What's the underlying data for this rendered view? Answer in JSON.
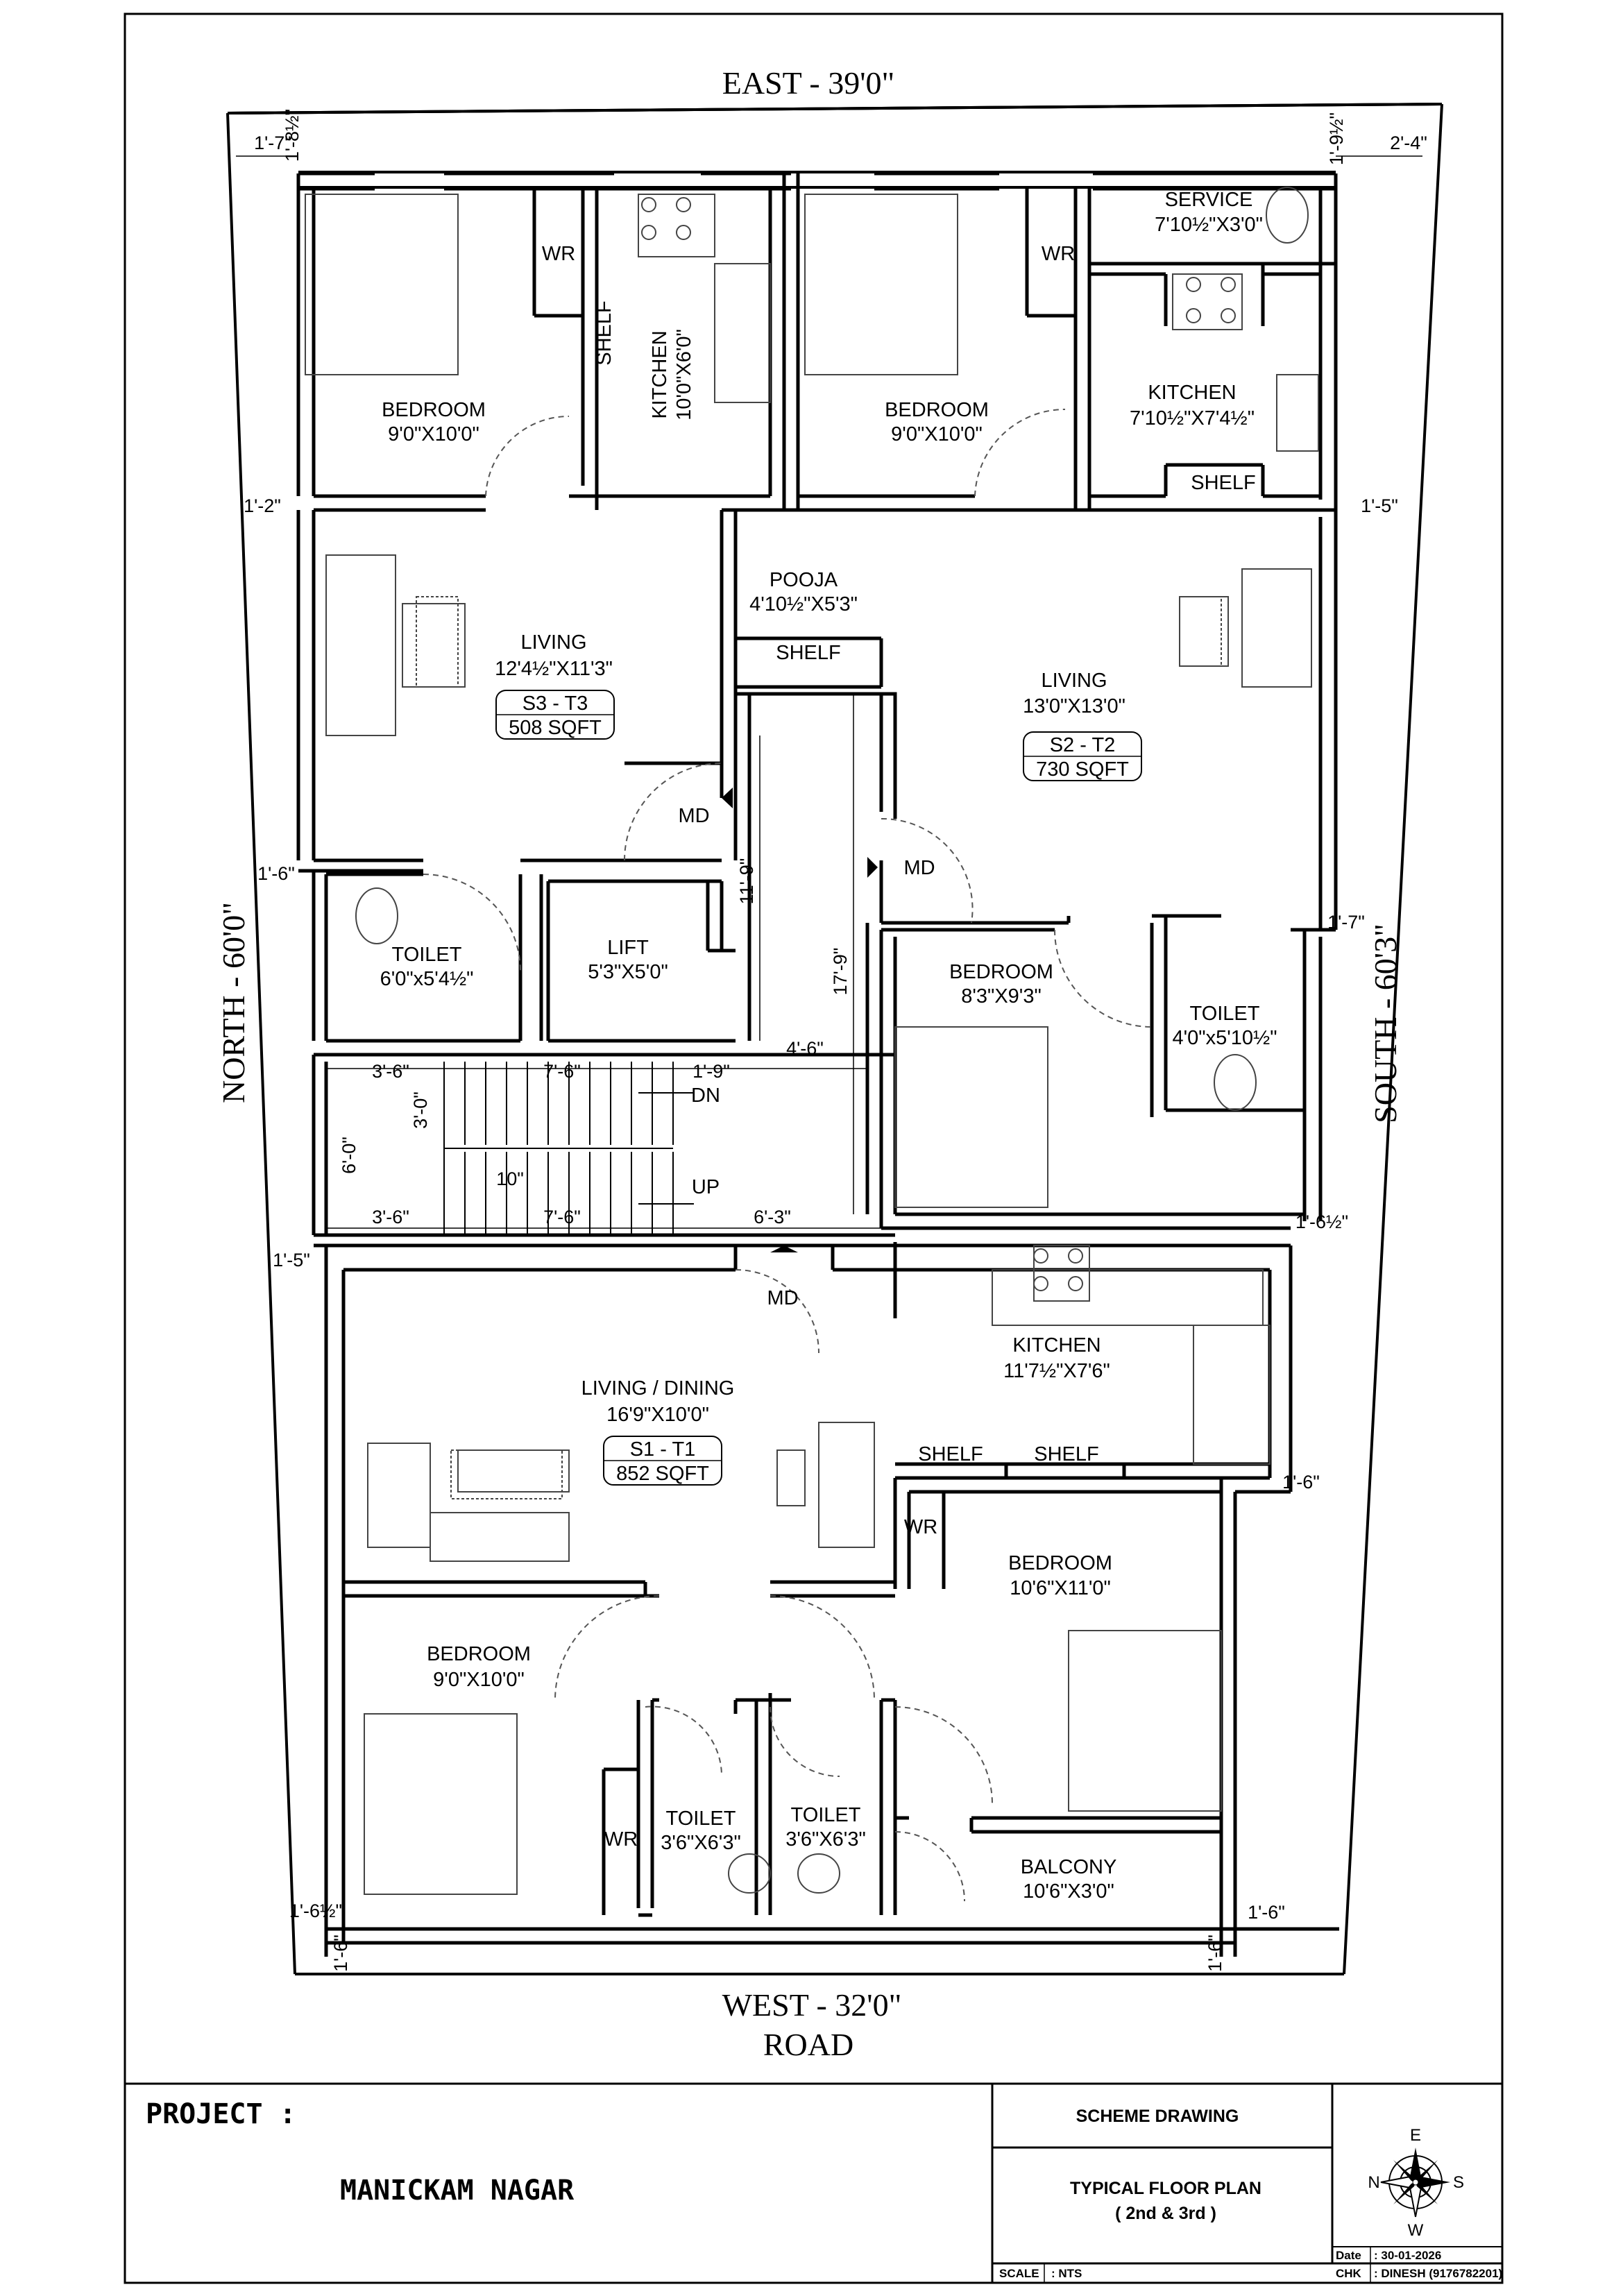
{
  "boundary": {
    "east": "EAST - 39'0\"",
    "west": "WEST - 32'0\"",
    "road": "ROAD",
    "north": "NORTH - 60'0\"",
    "south": "SOUTH - 60'3\""
  },
  "rooms": {
    "s3_bedroom": {
      "name": "BEDROOM",
      "size": "9'0\"X10'0\""
    },
    "s3_wr": {
      "name": "WR"
    },
    "s3_shelf": {
      "name": "SHELF"
    },
    "s3_kitchen": {
      "name": "KITCHEN",
      "size": "10'0\"X6'0\""
    },
    "s3_living": {
      "name": "LIVING",
      "size": "12'4½\"X11'3\""
    },
    "s3_toilet": {
      "name": "TOILET",
      "size": "6'0\"x5'4½\""
    },
    "s2_bedroom_top": {
      "name": "BEDROOM",
      "size": "9'0\"X10'0\""
    },
    "s2_wr": {
      "name": "WR"
    },
    "s2_service": {
      "name": "SERVICE",
      "size": "7'10½\"X3'0\""
    },
    "s2_kitchen": {
      "name": "KITCHEN",
      "size": "7'10½\"X7'4½\""
    },
    "s2_shelf": {
      "name": "SHELF"
    },
    "pooja": {
      "name": "POOJA",
      "size": "4'10½\"X5'3\""
    },
    "pooja_shelf": {
      "name": "SHELF"
    },
    "s2_living": {
      "name": "LIVING",
      "size": "13'0\"X13'0\""
    },
    "lift": {
      "name": "LIFT",
      "size": "5'3\"X5'0\""
    },
    "s2_bedroom_mid": {
      "name": "BEDROOM",
      "size": "8'3\"X9'3\""
    },
    "s2_toilet": {
      "name": "TOILET",
      "size": "4'0\"x5'10½\""
    },
    "s1_living": {
      "name": "LIVING / DINING",
      "size": "16'9\"X10'0\""
    },
    "s1_kitchen": {
      "name": "KITCHEN",
      "size": "11'7½\"X7'6\""
    },
    "s1_shelf1": {
      "name": "SHELF"
    },
    "s1_shelf2": {
      "name": "SHELF"
    },
    "s1_bedroom_right": {
      "name": "BEDROOM",
      "size": "10'6\"X11'0\""
    },
    "s1_wr_right": {
      "name": "WR"
    },
    "s1_bedroom_left": {
      "name": "BEDROOM",
      "size": "9'0\"X10'0\""
    },
    "s1_wr_left": {
      "name": "WR"
    },
    "s1_toilet1": {
      "name": "TOILET",
      "size": "3'6\"X6'3\""
    },
    "s1_toilet2": {
      "name": "TOILET",
      "size": "3'6\"X6'3\""
    },
    "s1_balcony": {
      "name": "BALCONY",
      "size": "10'6\"X3'0\""
    }
  },
  "units": {
    "s3": {
      "code": "S3 - T3",
      "area": "508 SQFT"
    },
    "s2": {
      "code": "S2 - T2",
      "area": "730 SQFT"
    },
    "s1": {
      "code": "S1 - T1",
      "area": "852 SQFT"
    }
  },
  "doors": {
    "md1": "MD",
    "md2": "MD",
    "md3": "MD"
  },
  "stair": {
    "dn": "DN",
    "up": "UP"
  },
  "dims": {
    "top_left_h": "1'-8½\"",
    "top_left_w": "1'-7\"",
    "top_right_h": "1'-9½\"",
    "top_right_w": "2'-4\"",
    "left_1": "1'-2\"",
    "right_1": "1'-5\"",
    "left_2": "1'-6\"",
    "right_2": "1'-7\"",
    "lobby_v1": "11'-9\"",
    "lobby_v2": "17'-9\"",
    "lobby_w": "4'-6\"",
    "stair_a": "3'-6\"",
    "stair_b": "7'-6\"",
    "stair_c": "1'-9\"",
    "stair_h": "3'-0\"",
    "stair_side": "6'-0\"",
    "tread": "10\"",
    "stair_d": "3'-6\"",
    "stair_e": "7'-6\"",
    "stair_f": "6'-3\"",
    "right_3": "1'-6½\"",
    "left_3": "1'-5\"",
    "right_4": "1'-6\"",
    "bottom_left_w": "1'-6½\"",
    "bottom_left_h": "1'-6\"",
    "bottom_right_h": "1'-6\"",
    "bottom_right_w": "1'-6\""
  },
  "title_block": {
    "project_label": "PROJECT :",
    "project_name": "MANICKAM NAGAR",
    "drawing_type": "SCHEME DRAWING",
    "sheet_title": "TYPICAL FLOOR PLAN",
    "sheet_subtitle": "( 2nd & 3rd )",
    "scale_label": "SCALE",
    "scale_value": ": NTS",
    "date_label": "Date",
    "date_value": ": 30-01-2026",
    "chk_label": "CHK",
    "chk_value": ": DINESH (9176782201)",
    "compass": {
      "n": "N",
      "s": "S",
      "e": "E",
      "w": "W"
    }
  }
}
